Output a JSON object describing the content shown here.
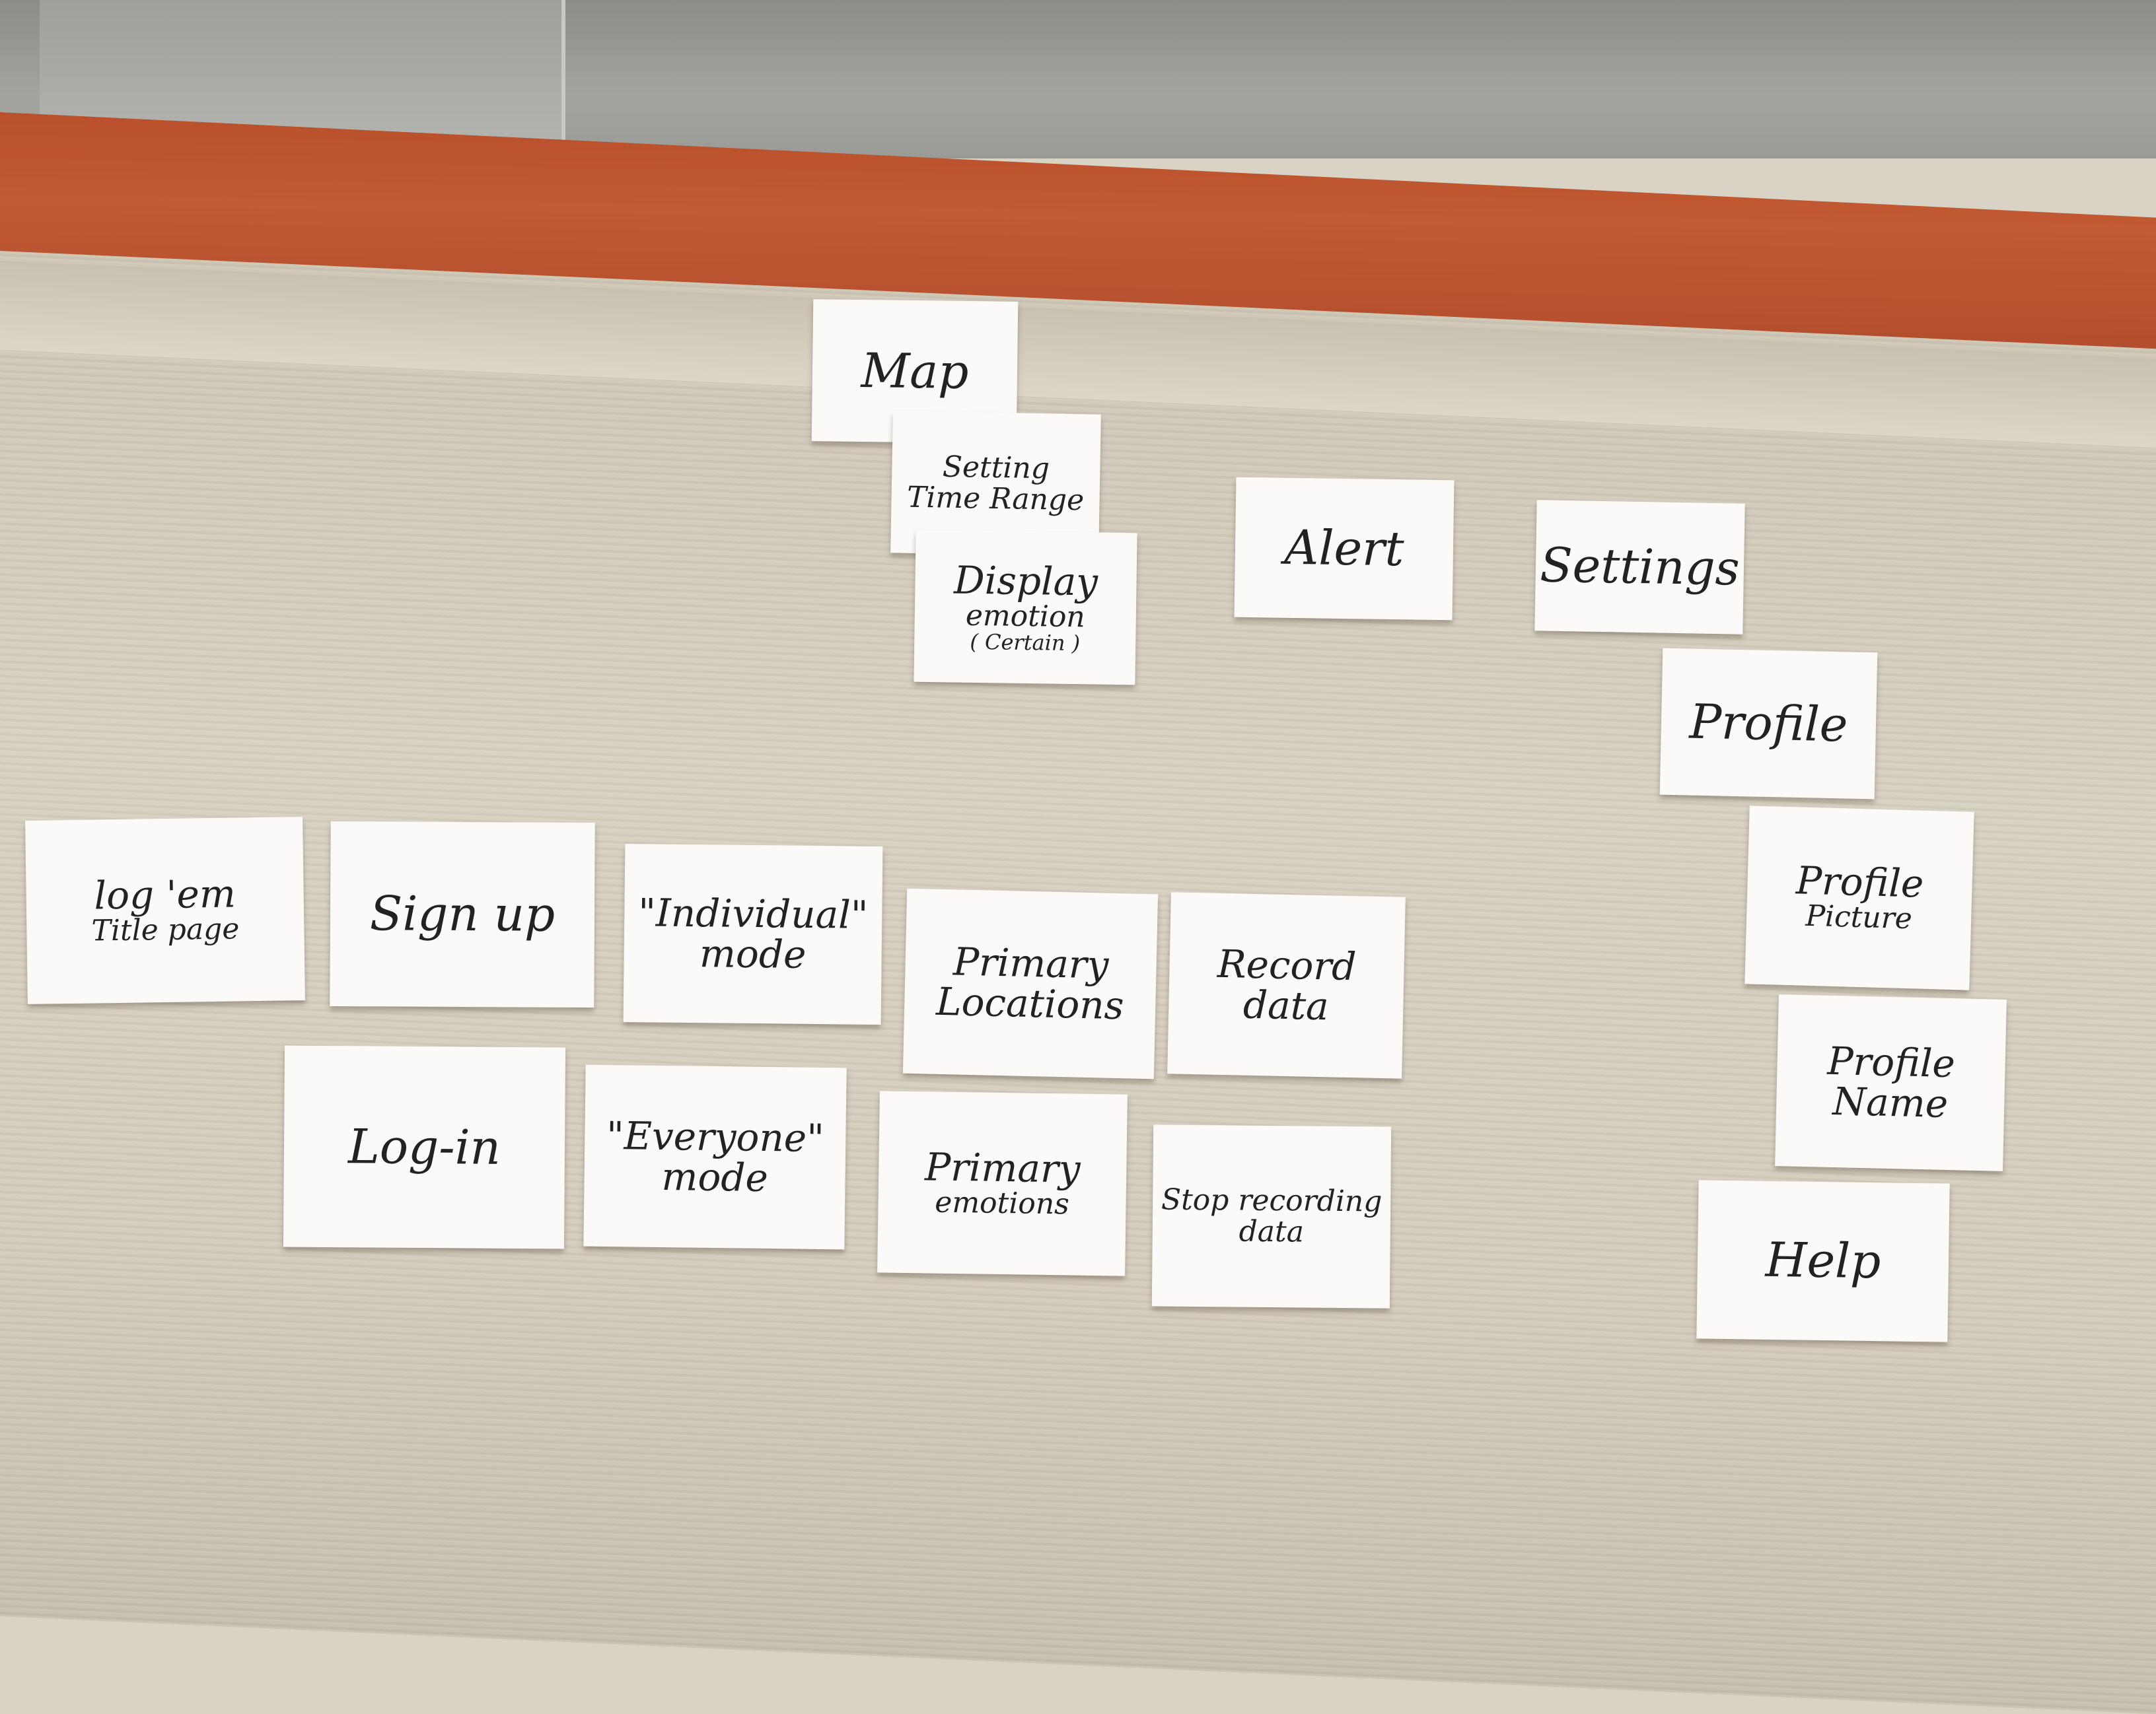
{
  "notes": {
    "map": "Map",
    "setting_time_range": [
      "Setting",
      "Time Range"
    ],
    "display_emotion": [
      "Display",
      "emotion",
      "( Certain )"
    ],
    "alert": "Alert",
    "settings": "Settings",
    "profile": "Profile",
    "log_em_title": [
      "log 'em",
      "Title page"
    ],
    "sign_up": "Sign up",
    "individual_mode": [
      "\"Individual\"",
      "mode"
    ],
    "primary_locations": [
      "Primary",
      "Locations"
    ],
    "record_data": [
      "Record",
      "data"
    ],
    "profile_picture": [
      "Profile",
      "Picture"
    ],
    "profile_name": [
      "Profile",
      "Name"
    ],
    "log_in": "Log-in",
    "everyone_mode": [
      "\"Everyone\"",
      "mode"
    ],
    "primary_emotions": [
      "Primary",
      "emotions"
    ],
    "stop_recording": [
      "Stop recording",
      "data"
    ],
    "help": "Help"
  },
  "colors": {
    "paper": "#fbfaf8",
    "desk": "#d8d1c2",
    "trim": "#c25a33",
    "wall": "#a3a49f"
  }
}
